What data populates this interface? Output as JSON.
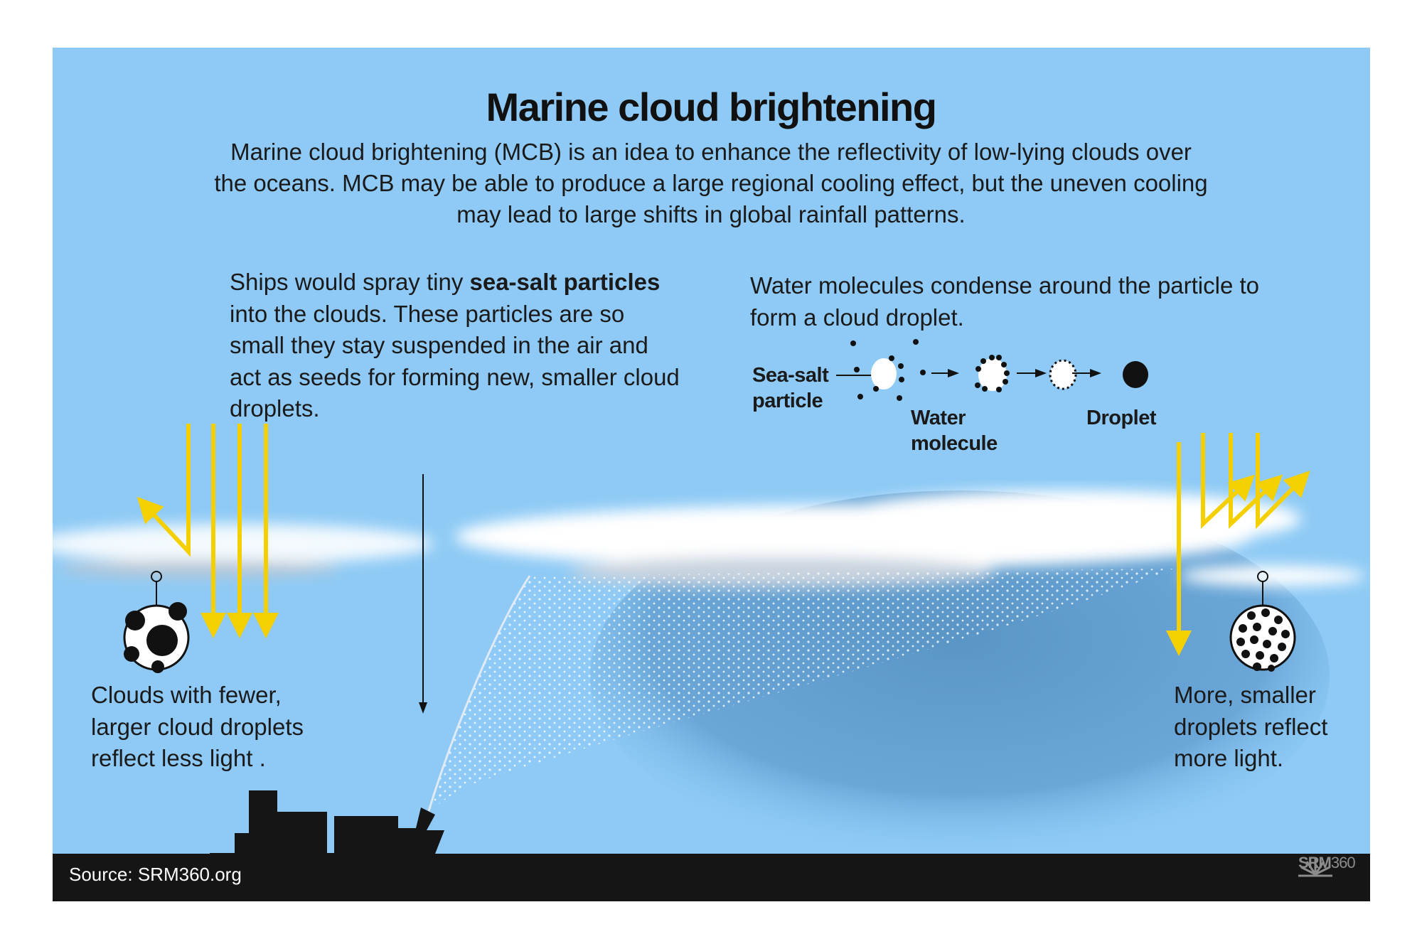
{
  "title": "Marine cloud brightening",
  "intro": "Marine cloud brightening (MCB) is an idea to enhance the reflectivity of low-lying clouds over the oceans. MCB may be able to produce a large regional cooling effect, but the uneven cooling may lead to large shifts in global rainfall patterns.",
  "left_para": {
    "before": "Ships would spray tiny ",
    "bold": "sea-salt particles",
    "after": " into the clouds. These particles are so small they stay suspended in the air and act as seeds for forming new, smaller cloud droplets."
  },
  "right_para": "Water molecules condense around the particle to form a cloud droplet.",
  "diagram": {
    "sea_salt_label": "Sea-salt particle",
    "water_label": "Water molecule",
    "droplet_label": "Droplet"
  },
  "left_caption": "Clouds with fewer, larger cloud droplets reflect less light .",
  "right_caption": "More, smaller droplets reflect more light.",
  "footer": {
    "source": "Source: SRM360.org",
    "logo_bold": "SRM",
    "logo_num": "360"
  },
  "colors": {
    "sky": "#8ecaf5",
    "sunlight": "#f5d000",
    "footer": "#151515"
  }
}
